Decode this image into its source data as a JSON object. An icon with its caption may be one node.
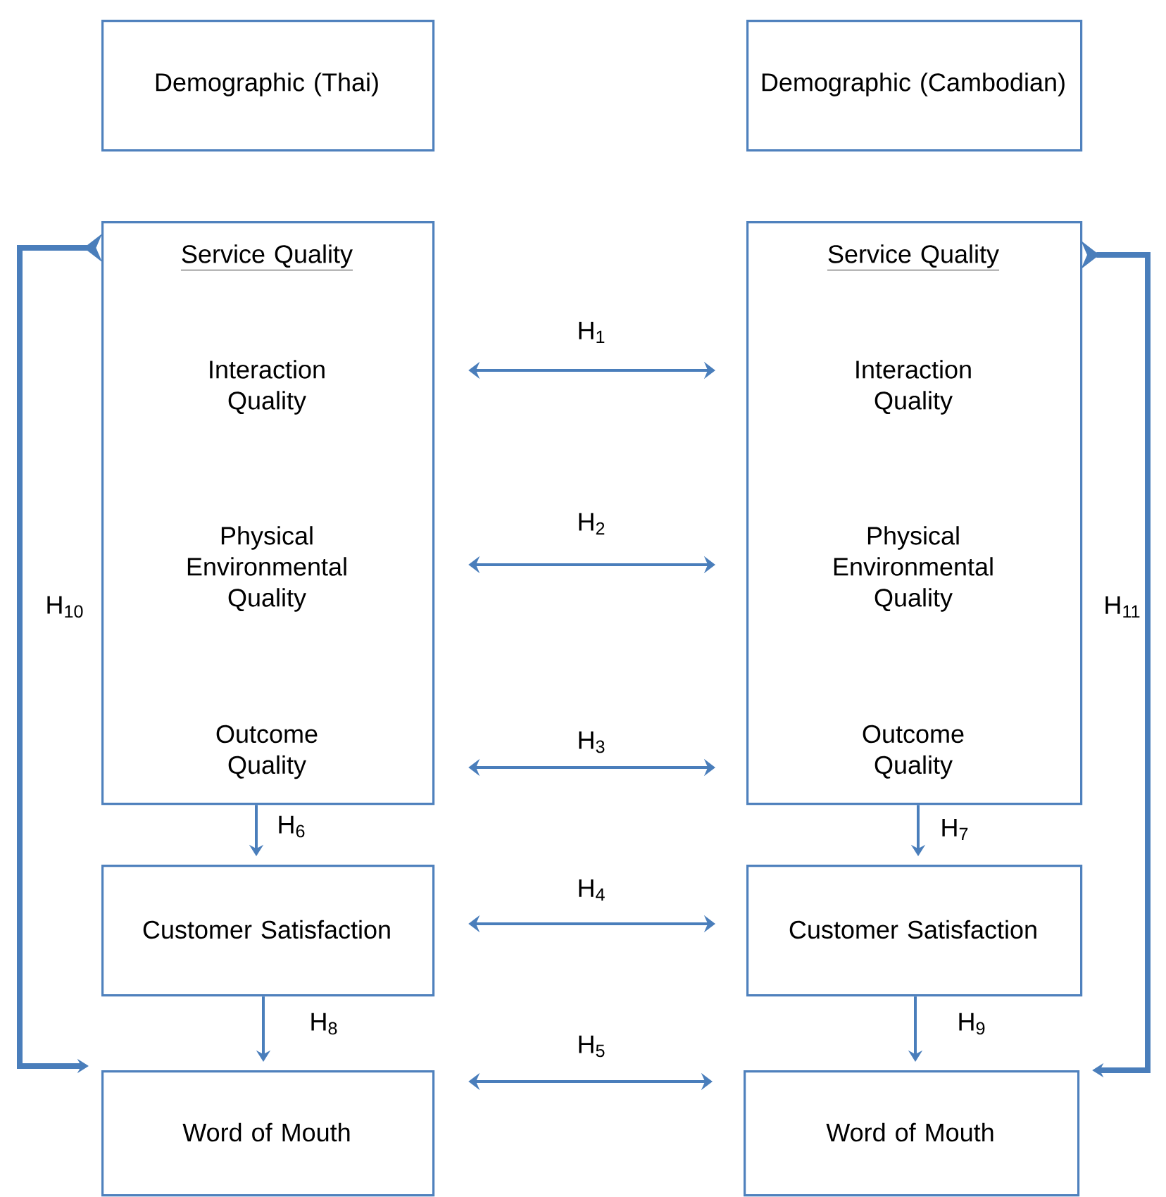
{
  "diagram": {
    "nodes": [
      {
        "text": [
          "Demographic (Thai)"
        ]
      },
      {
        "text": [
          "Demographic (Cambodian)"
        ]
      },
      {
        "text": [
          "Service Quality",
          "Interaction Quality",
          "Physical Environmental Quality",
          "Outcome Quality"
        ]
      },
      {
        "text": [
          "Service Quality",
          "Interaction Quality",
          "Physical Environmental Quality",
          "Outcome Quality"
        ]
      },
      {
        "text": [
          "Customer Satisfaction"
        ]
      },
      {
        "text": [
          "Customer Satisfaction"
        ]
      },
      {
        "text": [
          "Word of Mouth"
        ]
      },
      {
        "text": [
          "Word of Mouth"
        ]
      }
    ],
    "edges": [
      {
        "from": 2,
        "to": 3,
        "arrow": "both",
        "label": "H$_{1}$"
      },
      {
        "from": 2,
        "to": 3,
        "arrow": "both",
        "label": "H$_{2}$"
      },
      {
        "from": 2,
        "to": 3,
        "arrow": "both",
        "label": "H$_{3}$"
      },
      {
        "from": 4,
        "to": 5,
        "arrow": "both",
        "label": "H$_{4}$"
      },
      {
        "from": 6,
        "to": 7,
        "arrow": "both",
        "label": "H$_{5}$"
      },
      {
        "from": 2,
        "to": 4,
        "arrow": "to",
        "label": "H$_{6}$"
      },
      {
        "from": 3,
        "to": 5,
        "arrow": "to",
        "label": "H$_{7}$"
      },
      {
        "from": 4,
        "to": 6,
        "arrow": "to",
        "label": "H$_{8}$"
      },
      {
        "from": 5,
        "to": 7,
        "arrow": "to",
        "label": "H$_{9}$"
      },
      {
        "from": 2,
        "to": 6,
        "arrow": "to",
        "label": "H$_{10}$",
        "style": "thick"
      },
      {
        "from": 3,
        "to": 7,
        "arrow": "to",
        "label": "H$_{11}$",
        "style": "thick"
      }
    ]
  }
}
